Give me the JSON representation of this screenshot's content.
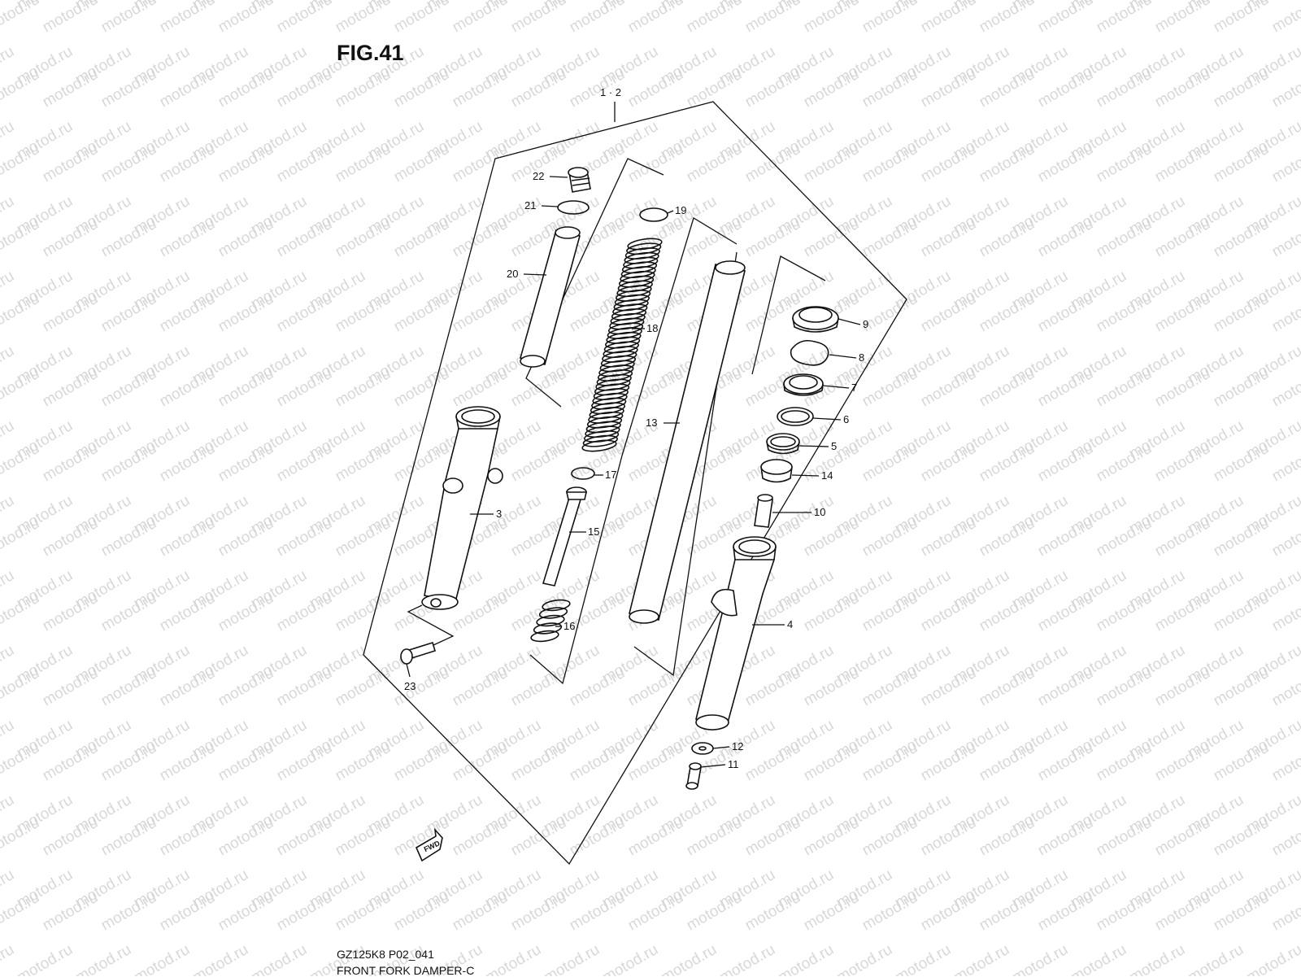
{
  "figure": {
    "title": "FIG.41",
    "model_code": "GZ125K8 P02_041",
    "subtitle": "FRONT FORK DAMPER-C"
  },
  "assembly_label": "1 · 2",
  "watermark": "motod.ru",
  "fwd_label": "FWD",
  "callouts": [
    "22",
    "21",
    "19",
    "20",
    "18",
    "9",
    "8",
    "7",
    "6",
    "13",
    "5",
    "14",
    "17",
    "3",
    "10",
    "15",
    "4",
    "16",
    "23",
    "12",
    "11"
  ],
  "colors": {
    "line": "#111111",
    "watermark": "#d8d8d8",
    "background": "#ffffff"
  }
}
